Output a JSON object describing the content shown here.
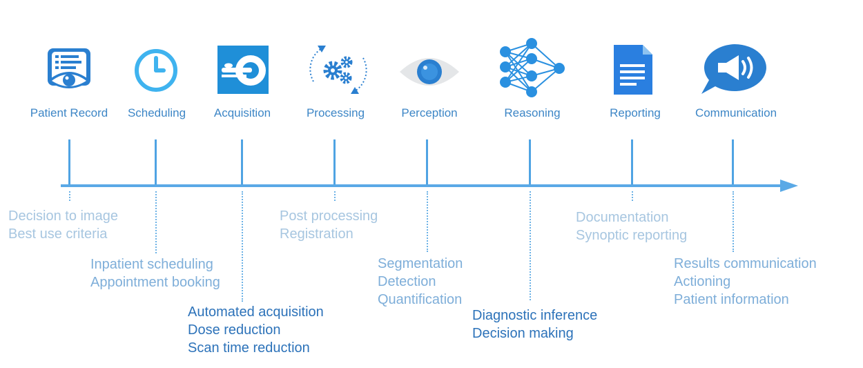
{
  "colors": {
    "accent": "#4fa3e3",
    "axis": "#5aa9e6",
    "label": "#3d86c6",
    "task_light": "#a7c6e0",
    "task_mid": "#7eaed9",
    "task_dark": "#2c72b9",
    "icon_dark": "#2a7fd0",
    "icon_light": "#3fb3ef"
  },
  "steps": [
    {
      "label": "Patient Record",
      "icon": "patient-record-icon",
      "tasks": [
        "Decision to image",
        "Best use criteria"
      ]
    },
    {
      "label": "Scheduling",
      "icon": "clock-icon",
      "tasks": [
        "Inpatient scheduling",
        "Appointment booking"
      ]
    },
    {
      "label": "Acquisition",
      "icon": "scanner-icon",
      "tasks": [
        "Automated acquisition",
        "Dose reduction",
        "Scan time reduction"
      ]
    },
    {
      "label": "Processing",
      "icon": "gears-icon",
      "tasks": [
        "Post processing",
        "Registration"
      ]
    },
    {
      "label": "Perception",
      "icon": "eye-icon",
      "tasks": [
        "Segmentation",
        "Detection",
        "Quantification"
      ]
    },
    {
      "label": "Reasoning",
      "icon": "neural-network-icon",
      "tasks": [
        "Diagnostic inference",
        "Decision making"
      ]
    },
    {
      "label": "Reporting",
      "icon": "document-icon",
      "tasks": [
        "Documentation",
        "Synoptic reporting"
      ]
    },
    {
      "label": "Communication",
      "icon": "megaphone-icon",
      "tasks": [
        "Results communication",
        "Actioning",
        "Patient information"
      ]
    }
  ]
}
